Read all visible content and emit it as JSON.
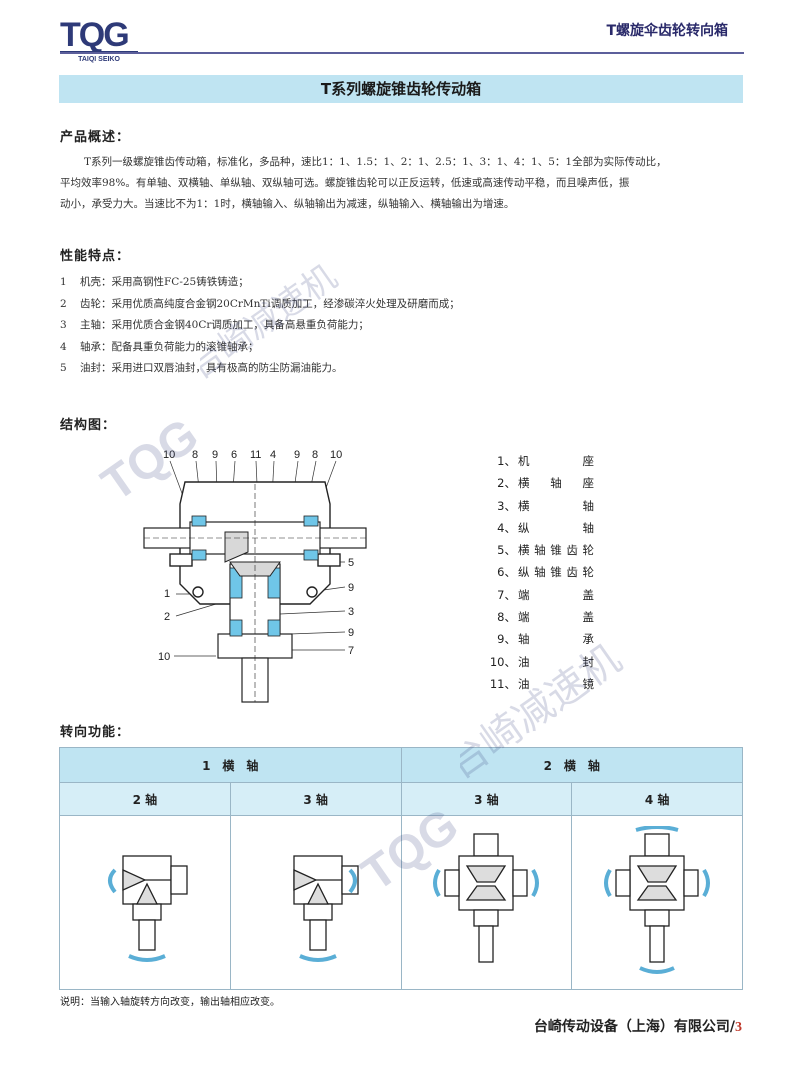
{
  "header": {
    "logo_text": "TQG",
    "logo_sub": "TAIQI SEIKO",
    "title": "T螺旋伞齿轮转向箱"
  },
  "page_title": "T系列螺旋锥齿轮传动箱",
  "overview": {
    "heading": "产品概述：",
    "lines": [
      "T系列一级螺旋锥齿传动箱，标准化，多品种，速比1：1、1.5：1、2：1、2.5：1、3：1、4：1、5：1全部为实际传动比，",
      "平均效率98%。有单轴、双横轴、单纵轴、双纵轴可选。螺旋锥齿轮可以正反运转，低速或高速传动平稳，而且噪声低，振",
      "动小，承受力大。当速比不为1：1时，横轴输入、纵轴输出为减速，纵轴输入、横轴输出为增速。"
    ]
  },
  "features": {
    "heading": "性能特点：",
    "items": [
      {
        "num": "1",
        "text": "机壳：采用高钢性FC-25铸铁铸造；"
      },
      {
        "num": "2",
        "text": "齿轮：采用优质高纯度合金钢20CrMnTi调质加工，经渗碳淬火处理及研磨而成；"
      },
      {
        "num": "3",
        "text": "主轴：采用优质合金钢40Cr调质加工，具备高悬重负荷能力；"
      },
      {
        "num": "4",
        "text": "轴承：配备具重负荷能力的滚锥轴承；"
      },
      {
        "num": "5",
        "text": "油封：采用进口双唇油封，具有极高的防尘防漏油能力。"
      }
    ]
  },
  "structure": {
    "heading": "结构图：",
    "callouts_top": [
      "10",
      "8",
      "9",
      "6",
      "11",
      "4",
      "9",
      "8",
      "10"
    ],
    "callouts_right": [
      "5",
      "9",
      "3",
      "9",
      "7"
    ],
    "callouts_left": [
      "1",
      "2",
      "10"
    ],
    "legend": [
      {
        "num": "1、",
        "name": "机座"
      },
      {
        "num": "2、",
        "name": "横轴座"
      },
      {
        "num": "3、",
        "name": "横轴"
      },
      {
        "num": "4、",
        "name": "纵轴"
      },
      {
        "num": "5、",
        "name": "横轴锥齿轮"
      },
      {
        "num": "6、",
        "name": "纵轴锥齿轮"
      },
      {
        "num": "7、",
        "name": "端盖"
      },
      {
        "num": "8、",
        "name": "端盖"
      },
      {
        "num": "9、",
        "name": "轴承"
      },
      {
        "num": "10、",
        "name": "油封"
      },
      {
        "num": "11、",
        "name": "油镜"
      }
    ]
  },
  "steering": {
    "heading": "转向功能：",
    "groups": [
      "1　横　轴",
      "2　横　轴"
    ],
    "columns": [
      "2 轴",
      "3 轴",
      "3 轴",
      "4 轴"
    ],
    "note": "说明：当输入轴旋转方向改变，输出轴相应改变。"
  },
  "footer": {
    "company": "台崎传动设备（上海）有限公司/",
    "page": "3"
  },
  "watermark": {
    "text": "台崎减速机"
  },
  "colors": {
    "title_bar": "#bfe4f2",
    "header_rule": "#5c5f9b",
    "logo": "#2e3a78",
    "bearing_blue": "#6fc6e8"
  }
}
